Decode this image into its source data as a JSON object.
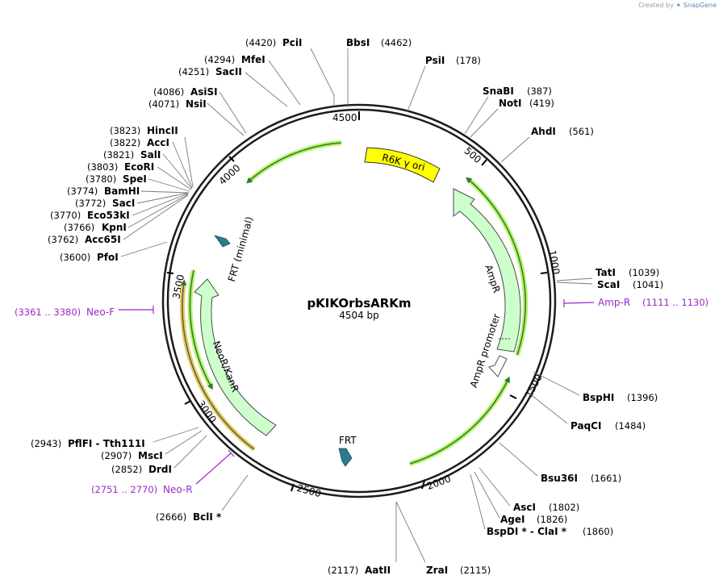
{
  "brand": {
    "created_by": "Created by",
    "name": "SnapGene"
  },
  "map": {
    "name": "pKIKOrbsARKm",
    "length_label": "4504 bp",
    "total_bp": 4504
  },
  "ticks": [
    "500",
    "1000",
    "1500",
    "2000",
    "2500",
    "3000",
    "3500",
    "4000",
    "4500"
  ],
  "features": [
    {
      "label": "R6K γ ori",
      "type": "rep_origin",
      "color": "#ffff00"
    },
    {
      "label": "AmpR",
      "type": "CDS",
      "color": "#ccffcc"
    },
    {
      "label": "AmpR promoter",
      "type": "promoter",
      "color": "#ffffff"
    },
    {
      "label": "NeoR/KanR",
      "type": "CDS",
      "color": "#ccffcc"
    },
    {
      "label": "FRT (minimal)",
      "type": "site",
      "color": "#2e7a8a"
    },
    {
      "label": "FRT",
      "type": "site",
      "color": "#2e7a8a"
    }
  ],
  "sites": [
    {
      "name": "PciI",
      "pos": "(4420)"
    },
    {
      "name": "BbsI",
      "pos": "(4462)"
    },
    {
      "name": "PsiI",
      "pos": "(178)"
    },
    {
      "name": "SnaBI",
      "pos": "(387)"
    },
    {
      "name": "NotI",
      "pos": "(419)"
    },
    {
      "name": "AhdI",
      "pos": "(561)"
    },
    {
      "name": "TatI",
      "pos": "(1039)"
    },
    {
      "name": "ScaI",
      "pos": "(1041)"
    },
    {
      "name": "BspHI",
      "pos": "(1396)"
    },
    {
      "name": "PaqCI",
      "pos": "(1484)"
    },
    {
      "name": "Bsu36I",
      "pos": "(1661)"
    },
    {
      "name": "AscI",
      "pos": "(1802)"
    },
    {
      "name": "AgeI",
      "pos": "(1826)"
    },
    {
      "name": "BspDI * - ClaI *",
      "pos": "(1860)"
    },
    {
      "name": "ZraI",
      "pos": "(2115)"
    },
    {
      "name": "AatII",
      "pos": "(2117)"
    },
    {
      "name": "BclI *",
      "pos": "(2666)"
    },
    {
      "name": "DrdI",
      "pos": "(2852)"
    },
    {
      "name": "MscI",
      "pos": "(2907)"
    },
    {
      "name": "PflFI - Tth111I",
      "pos": "(2943)"
    },
    {
      "name": "PfoI",
      "pos": "(3600)"
    },
    {
      "name": "Acc65I",
      "pos": "(3762)"
    },
    {
      "name": "KpnI",
      "pos": "(3766)"
    },
    {
      "name": "Eco53kI",
      "pos": "(3770)"
    },
    {
      "name": "SacI",
      "pos": "(3772)"
    },
    {
      "name": "BamHI",
      "pos": "(3774)"
    },
    {
      "name": "SpeI",
      "pos": "(3780)"
    },
    {
      "name": "EcoRI",
      "pos": "(3803)"
    },
    {
      "name": "SalI",
      "pos": "(3821)"
    },
    {
      "name": "AccI",
      "pos": "(3822)"
    },
    {
      "name": "HincII",
      "pos": "(3823)"
    },
    {
      "name": "NsiI",
      "pos": "(4071)"
    },
    {
      "name": "AsiSI",
      "pos": "(4086)"
    },
    {
      "name": "SacII",
      "pos": "(4251)"
    },
    {
      "name": "MfeI",
      "pos": "(4294)"
    }
  ],
  "primers": [
    {
      "name": "Amp-R",
      "pos": "(1111 .. 1130)"
    },
    {
      "name": "Neo-F",
      "pos": "(3361 .. 3380)"
    },
    {
      "name": "Neo-R",
      "pos": "(2751 .. 2770)"
    }
  ],
  "colors": {
    "primer": "#9b27c9",
    "cds_fill": "#ccffcc",
    "ori_fill": "#ffff00",
    "direction_arrow": "#2a7a2a",
    "highlight_green": "#b6f26a",
    "highlight_orange": "#f5c26b",
    "frt_fill": "#2e7a8a"
  }
}
